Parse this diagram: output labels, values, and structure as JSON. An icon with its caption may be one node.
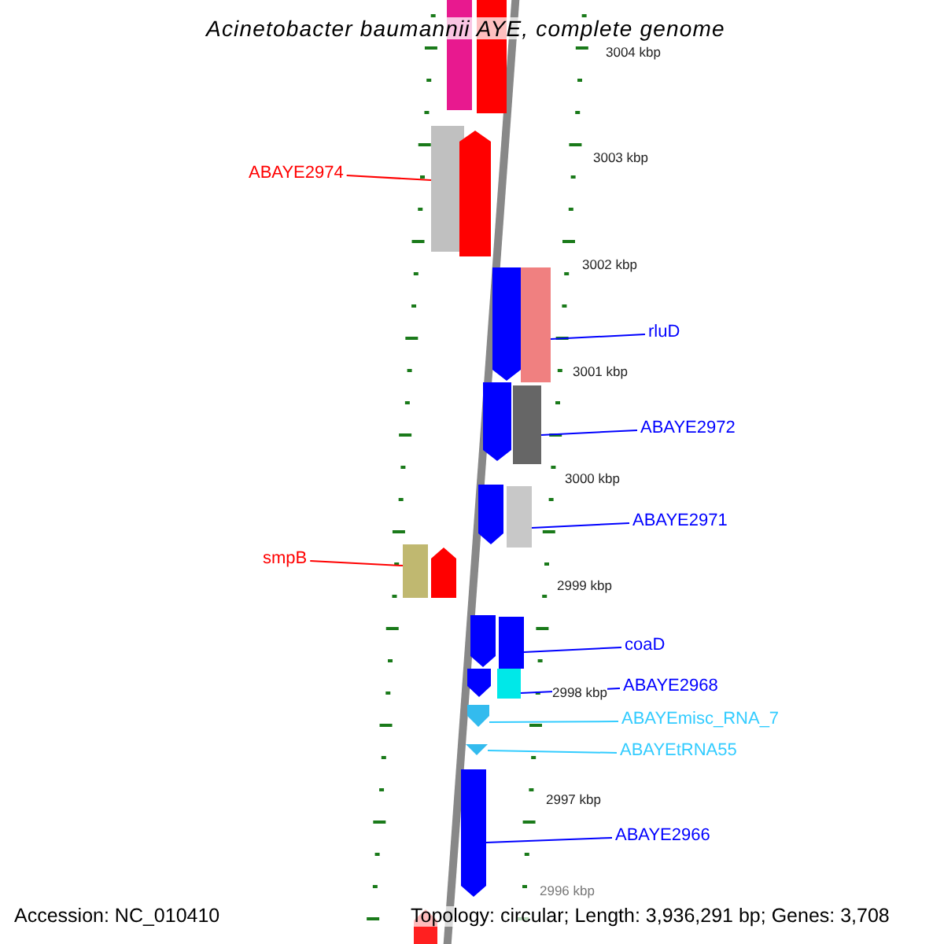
{
  "diagram": {
    "title": "Acinetobacter baumannii AYE, complete genome",
    "nodes": [
      {
        "text": [
          "ABAYE2974"
        ]
      },
      {
        "text": [],
        "shape": "bar"
      },
      {
        "text": [
          "rluD"
        ]
      },
      {
        "text": [],
        "shape": "bar"
      },
      {
        "text": [
          "ABAYE2972"
        ]
      },
      {
        "text": [],
        "shape": "bar"
      },
      {
        "text": [
          "ABAYE2971"
        ]
      },
      {
        "text": [],
        "shape": "bar"
      },
      {
        "text": [
          "smpB"
        ]
      },
      {
        "text": [],
        "shape": "bar"
      },
      {
        "text": [
          "coaD"
        ]
      },
      {
        "text": [],
        "shape": "bar"
      },
      {
        "text": [
          "ABAYE2968"
        ]
      },
      {
        "text": [],
        "shape": "bar"
      },
      {
        "text": [
          "ABAYEmisc_RNA_7"
        ]
      },
      {
        "text": [],
        "shape": "bar"
      },
      {
        "text": [
          "ABAYEtRNA55"
        ]
      },
      {
        "text": [],
        "shape": "bar"
      },
      {
        "text": [
          "ABAYE2966"
        ]
      },
      {
        "text": [],
        "shape": "bar"
      },
      {
        "text": [],
        "shape": "bar"
      },
      {
        "text": [],
        "shape": "bar"
      },
      {
        "text": [],
        "shape": "bar"
      },
      {
        "text": [],
        "shape": "bar"
      },
      {
        "text": [],
        "shape": "bar"
      },
      {
        "text": [],
        "shape": "bar"
      },
      {
        "text": [],
        "shape": "bar"
      },
      {
        "text": [],
        "shape": "bar"
      },
      {
        "text": [],
        "shape": "bar"
      },
      {
        "text": [],
        "shape": "bar"
      }
    ],
    "edges": [
      {
        "from": 0,
        "to": 1,
        "arrow": "none",
        "color": "#ff0000"
      },
      {
        "from": 2,
        "to": 3,
        "arrow": "none"
      },
      {
        "from": 4,
        "to": 5,
        "arrow": "none"
      },
      {
        "from": 6,
        "to": 7,
        "arrow": "none"
      },
      {
        "from": 8,
        "to": 9,
        "arrow": "none",
        "color": "#ff0000"
      },
      {
        "from": 10,
        "to": 11,
        "arrow": "none"
      },
      {
        "from": 12,
        "to": 13,
        "arrow": "none"
      },
      {
        "from": 14,
        "to": 15,
        "arrow": "none",
        "color": "#33ccff"
      },
      {
        "from": 16,
        "to": 17,
        "arrow": "none",
        "color": "#33ccff"
      },
      {
        "from": 18,
        "to": 19,
        "arrow": "none"
      }
    ],
    "labels": [
      "3004 kbp",
      "3003 kbp",
      "3002 kbp",
      "3001 kbp",
      "3000 kbp",
      "2999 kbp",
      "2998 kbp",
      "2997 kbp",
      "2996 kbp",
      "Accession: NC_010410",
      "Topology: circular; Length: 3,936,291 bp; Genes: 3,708"
    ]
  }
}
